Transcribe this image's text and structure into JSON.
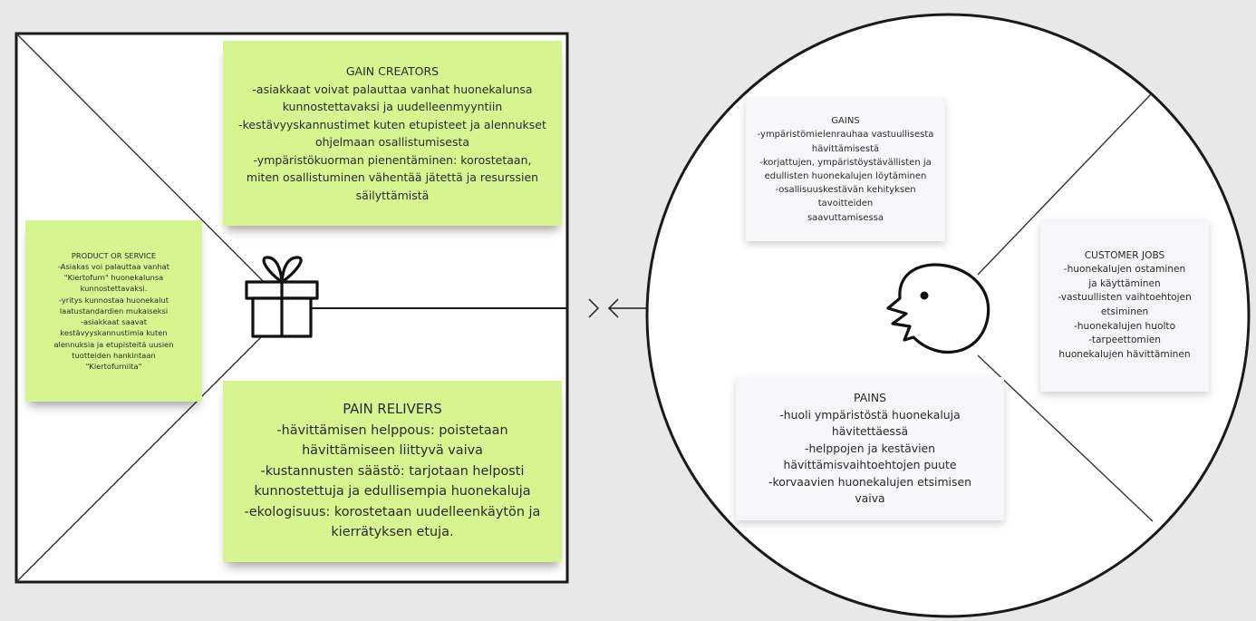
{
  "gain_creators": {
    "title": "GAIN CREATORS",
    "lines": [
      "-asiakkaat voivat palauttaa vanhat huonekalunsa",
      "kunnostettavaksi ja uudelleenmyyntiin",
      "-kestävyyskannustimet kuten etupisteet ja alennukset",
      "ohjelmaan osallistumisesta",
      "-ympäristökuorman pienentäminen: korostetaan,",
      "miten osallistuminen vähentää jätettä ja resurssien",
      "säilyttämistä"
    ]
  },
  "product_or_service": {
    "title": "PRODUCT OR SERVICE",
    "lines": [
      "-Asiakas voi palauttaa vanhat",
      "\"Kiertofurn\" huonekalunsa",
      "kunnostettavaksi.",
      "-yritys kunnostaa huonekalut",
      "laatustandardien mukaiseksi",
      "-asiakkaat saavat",
      "kestävyyskannustimia kuten",
      "alennuksia ja etupisteitä uusien",
      "tuotteiden hankintaan",
      "\"Kiertofurnilta\""
    ]
  },
  "pain_relievers": {
    "title": "PAIN RELIVERS",
    "lines": [
      "-hävittämisen helppous: poistetaan",
      "hävittämiseen liittyvä vaiva",
      "-kustannusten säästö: tarjotaan helposti",
      "kunnostettuja ja edullisempia huonekaluja",
      "-ekologisuus: korostetaan uudelleenkäytön ja",
      "kierrätyksen etuja."
    ]
  },
  "gains": {
    "title": "GAINS",
    "lines": [
      "-ympäristömielenrauhaa vastuullisesta",
      "hävittämisestä",
      "-korjattujen, ympäristöystävällisten ja",
      "edullisten huonekalujen löytäminen",
      "-osallisuuskestävän kehityksen tavoitteiden",
      "saavuttamisessa"
    ]
  },
  "customer_jobs": {
    "title": "CUSTOMER JOBS",
    "lines": [
      "-huonekalujen ostaminen",
      "ja käyttäminen",
      "-vastuullisten vaihtoehtojen",
      "etsiminen",
      "-huonekalujen huolto",
      "-tarpeettomien",
      "huonekalujen hävittäminen"
    ]
  },
  "pains": {
    "title": "PAINS",
    "lines": [
      "-huoli ympäristöstä huonekaluja",
      "hävitettäessä",
      "-helppojen ja kestävien",
      "hävittämisvaihtoehtojen puute",
      "-korvaavien huonekalujen etsimisen",
      "vaiva"
    ]
  },
  "colors": {
    "background": "#e8e8e8",
    "canvas": "#ffffff",
    "sticky_green": "#d6f490",
    "sticky_white": "#f6f6f8",
    "stroke": "#1a1a1a"
  },
  "icons": [
    "gift-icon",
    "customer-face-icon",
    "arrow-right-icon",
    "arrow-left-icon"
  ]
}
